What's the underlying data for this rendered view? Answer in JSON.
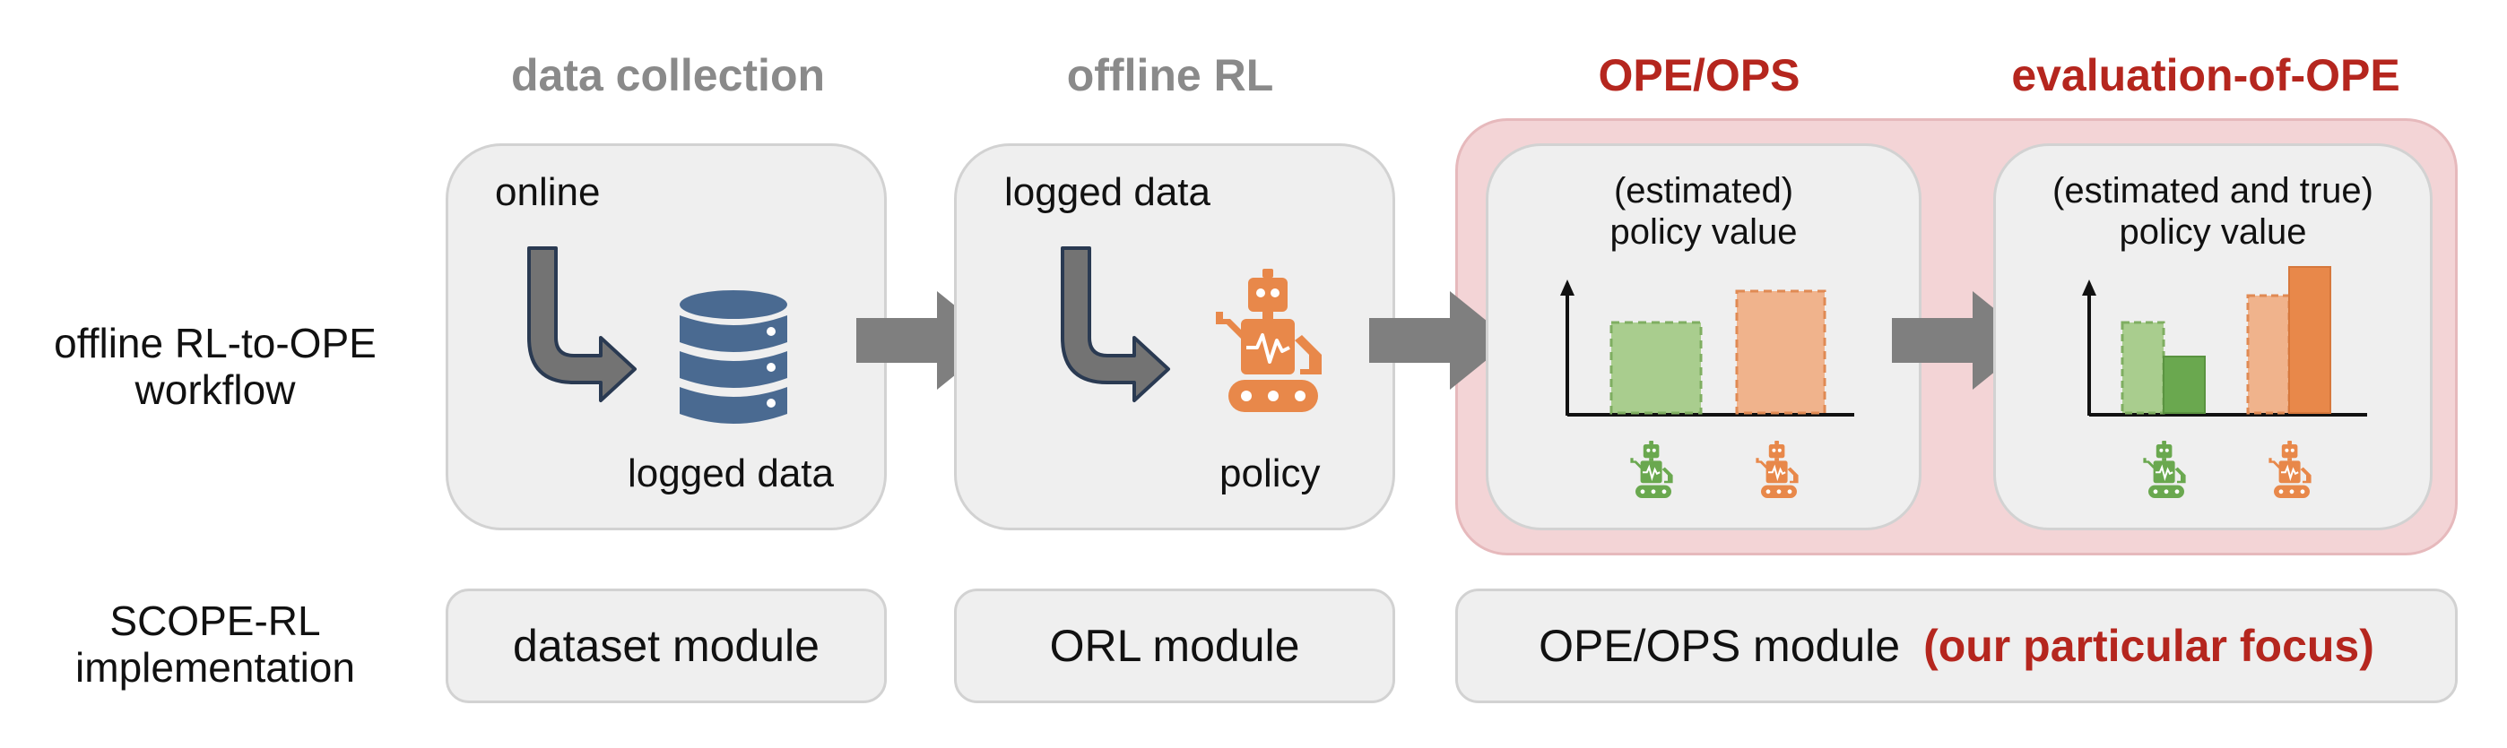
{
  "stages": {
    "data_collection": "data collection",
    "offline_rl": "offline RL",
    "ope_ops": "OPE/OPS",
    "evaluation_of_ope": "evaluation-of-OPE"
  },
  "row_labels": {
    "workflow_line1": "offline RL-to-OPE",
    "workflow_line2": "workflow",
    "implementation_line1": "SCOPE-RL",
    "implementation_line2": "implementation"
  },
  "panels": {
    "data_collection": {
      "top_label": "online",
      "bottom_label": "logged data"
    },
    "offline_rl": {
      "top_label": "logged data",
      "bottom_label": "policy"
    },
    "ope": {
      "title_line1": "(estimated)",
      "title_line2": "policy value"
    },
    "eval": {
      "title_line1": "(estimated and true)",
      "title_line2": "policy value"
    }
  },
  "modules": {
    "dataset": "dataset module",
    "orl": "ORL module",
    "ope": "OPE/OPS module",
    "focus": "(our particular focus)"
  },
  "colors": {
    "stage_gray": "#8a8a8a",
    "stage_red": "#b5261e",
    "panel_bg": "#efefef",
    "highlight_bg": "#f3d4d6",
    "database_blue": "#4a6a91",
    "robot_orange": "#e8884a",
    "robot_green": "#6aa84f",
    "flow_arrow": "#7f7f7f",
    "curved_arrow": "#737373"
  },
  "icons": {
    "database": "database-icon",
    "robot": "robot-icon",
    "curved_arrow": "curved-arrow-icon",
    "flow_arrow": "flow-arrow-icon"
  }
}
